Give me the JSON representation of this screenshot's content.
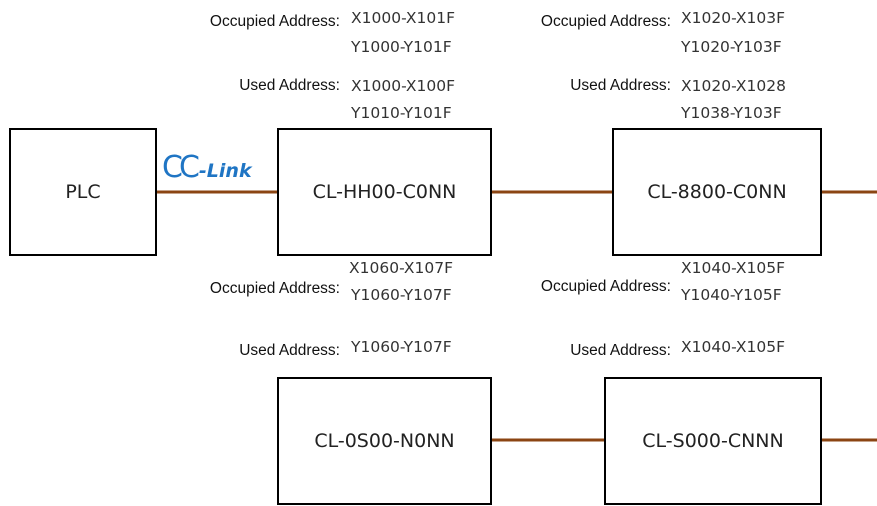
{
  "nodes": {
    "plc": "PLC",
    "hh00": "CL-HH00-C0NN",
    "n8800": "CL-8800-C0NN",
    "s000": "CL-S000-CNNN",
    "os00": "CL-0S00-N0NN"
  },
  "bus_logo": {
    "cc": "CC",
    "link": "-Link"
  },
  "colors": {
    "link_line": "#8B4513",
    "logo": "#1f75c4"
  },
  "modules": {
    "hh00": {
      "occupied_label": "Occupied Address:",
      "occupied": [
        "X1000-X101F",
        "Y1000-Y101F"
      ],
      "used_label": "Used Address:",
      "used": [
        "X1000-X100F",
        "Y1010-Y101F"
      ]
    },
    "n8800": {
      "occupied_label": "Occupied Address:",
      "occupied": [
        "X1020-X103F",
        "Y1020-Y103F"
      ],
      "used_label": "Used Address:",
      "used": [
        "X1020-X1028",
        "Y1038-Y103F"
      ]
    },
    "os00": {
      "occupied_label": "Occupied Address:",
      "occupied": [
        "X1060-X107F",
        "Y1060-Y107F"
      ],
      "used_label": "Used Address:",
      "used": [
        "Y1060-Y107F"
      ]
    },
    "s000": {
      "occupied_label": "Occupied Address:",
      "occupied": [
        "X1040-X105F",
        "Y1040-Y105F"
      ],
      "used_label": "Used Address:",
      "used": [
        "X1040-X105F"
      ]
    }
  }
}
